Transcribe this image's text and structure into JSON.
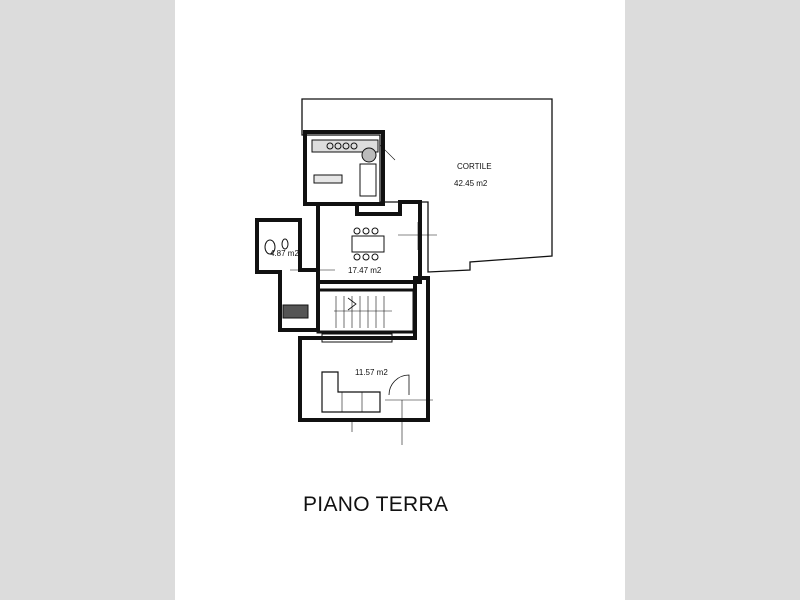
{
  "drawing": {
    "title": "PIANO TERRA",
    "rooms": {
      "courtyard": {
        "name": "CORTILE",
        "area": "42.45 m2"
      },
      "living": {
        "area": "17.47 m2"
      },
      "bath": {
        "area": "4.87 m2"
      },
      "lower": {
        "area": "11.57 m2"
      }
    }
  },
  "colors": {
    "background": "#dcdcdc",
    "sheet": "#ffffff",
    "line": "#111111"
  }
}
